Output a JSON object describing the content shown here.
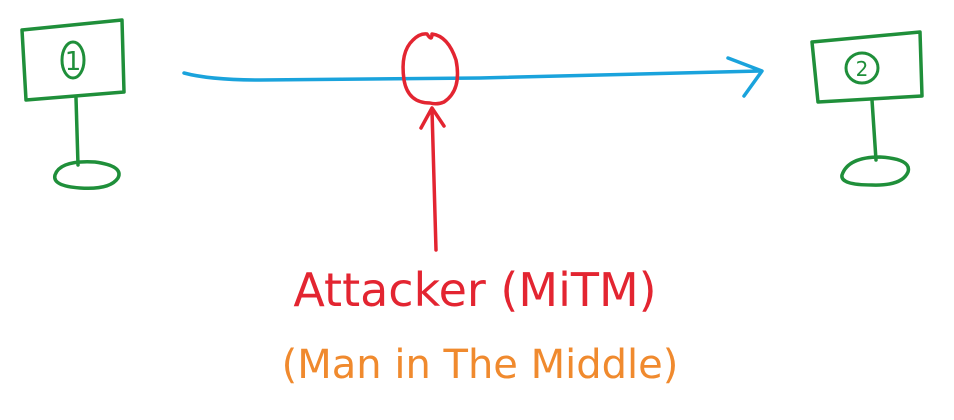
{
  "diagram": {
    "host_a": {
      "number": "1"
    },
    "host_b": {
      "number": "2"
    },
    "attacker": {
      "label": "Attacker (MiTM)",
      "sublabel": "(Man in The Middle)"
    },
    "colors": {
      "host": "#1f8f3a",
      "connection": "#1aa3dc",
      "attacker": "#e32531",
      "sublabel": "#f08a2e"
    }
  }
}
